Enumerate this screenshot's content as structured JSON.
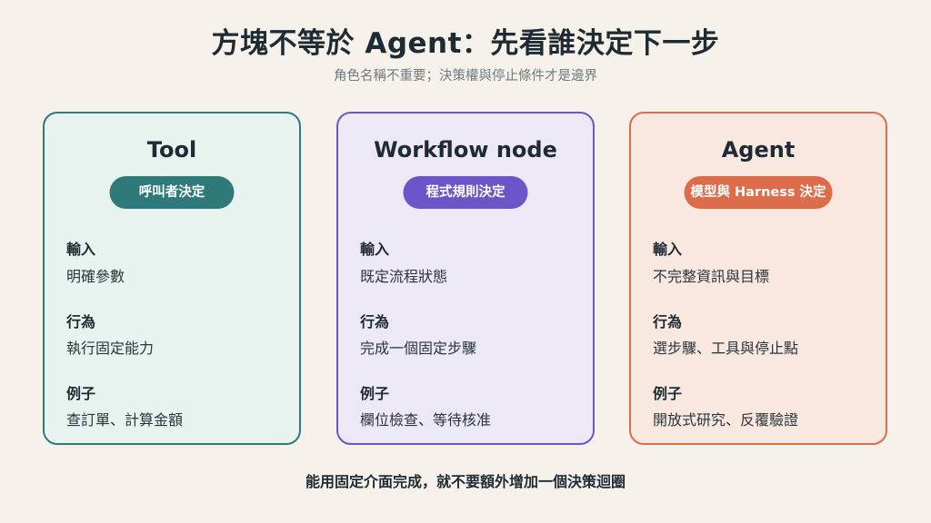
{
  "title": "方塊不等於 Agent：先看誰決定下一步",
  "subtitle": "角色名稱不重要；決策權與停止條件才是邊界",
  "colors": {
    "background": "#f6f1ea",
    "tool": "#2e7a7a",
    "workflow": "#6a55c9",
    "agent": "#dd6d4a"
  },
  "cards": [
    {
      "title": "Tool",
      "badge": "呼叫者決定",
      "input_label": "輸入",
      "input_value": "明確參數",
      "behavior_label": "行為",
      "behavior_value": "執行固定能力",
      "example_label": "例子",
      "example_value": "查訂單、計算金額"
    },
    {
      "title": "Workflow node",
      "badge": "程式規則決定",
      "input_label": "輸入",
      "input_value": "既定流程狀態",
      "behavior_label": "行為",
      "behavior_value": "完成一個固定步驟",
      "example_label": "例子",
      "example_value": "欄位檢查、等待核准"
    },
    {
      "title": "Agent",
      "badge": "模型與 Harness 決定",
      "input_label": "輸入",
      "input_value": "不完整資訊與目標",
      "behavior_label": "行為",
      "behavior_value": "選步驟、工具與停止點",
      "example_label": "例子",
      "example_value": "開放式研究、反覆驗證"
    }
  ],
  "footer": "能用固定介面完成，就不要額外增加一個決策迴圈"
}
